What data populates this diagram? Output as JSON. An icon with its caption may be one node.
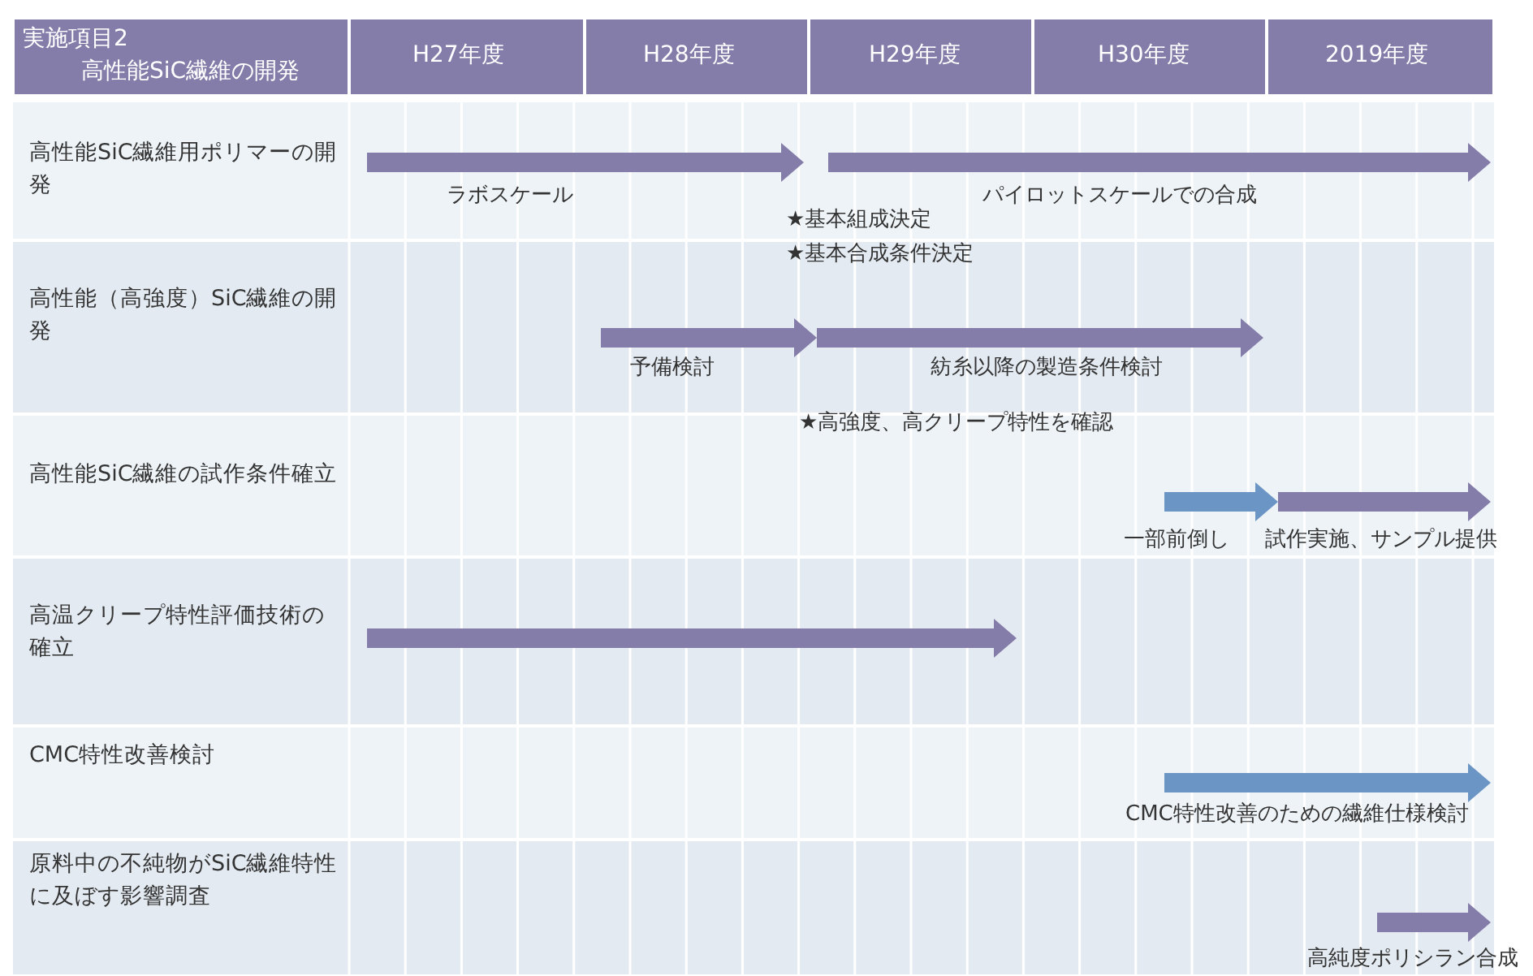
{
  "diagram": {
    "labels": [
      "実施項目2",
      "高性能SiC繊維の開発",
      "H27年度",
      "H28年度",
      "H29年度",
      "H30年度",
      "2019年度",
      "高性能SiC繊維用ポリマーの開発",
      "ラボスケール",
      "パイロットスケールでの合成",
      "★基本組成決定",
      "★基本合成条件決定",
      "高性能（高強度）SiC繊維の開発",
      "予備検討",
      "紡糸以降の製造条件検討",
      "★高強度、高クリープ特性を確認",
      "高性能SiC繊維の試作条件確立",
      "一部前倒し",
      "試作実施、サンプル提供",
      "高温クリープ特性評価技術の確立",
      "CMC特性改善検討",
      "CMC特性改善のための繊維仕様検討",
      "原料中の不純物がSiC繊維特性に及ぼす影響調査",
      "高純度ポリシラン合成"
    ]
  }
}
